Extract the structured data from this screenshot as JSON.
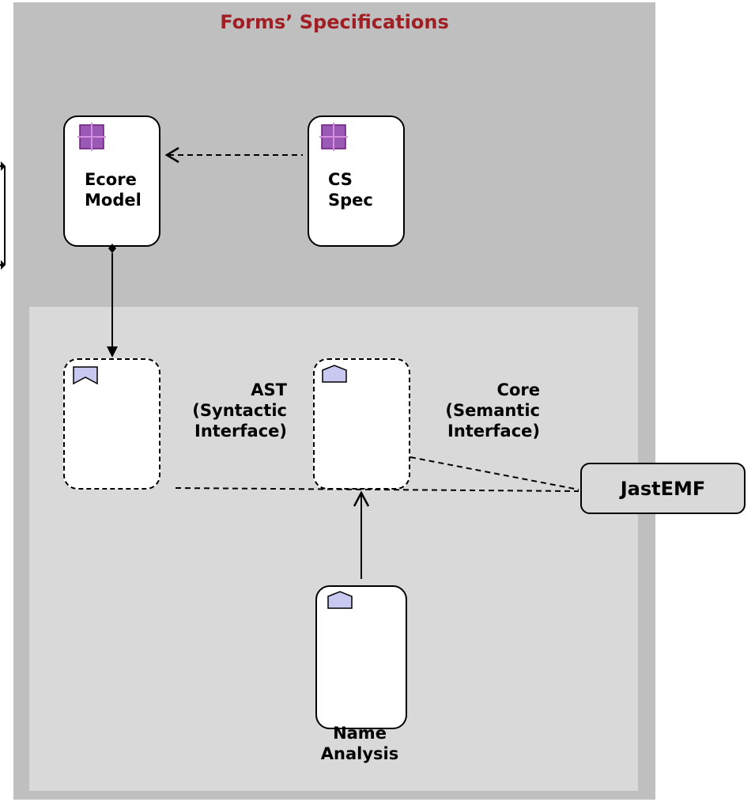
{
  "diagram": {
    "title": "Forms’ Specifications",
    "nodes": {
      "ecore_model": {
        "label_line1": "Ecore",
        "label_line2": "Model"
      },
      "cs_spec": {
        "label_line1": "CS",
        "label_line2": "Spec"
      },
      "ast": {
        "label_line1": "AST",
        "label_line2": "(Syntactic",
        "label_line3": "Interface)"
      },
      "core": {
        "label_line1": "Core",
        "label_line2": "(Semantic",
        "label_line3": "Interface)"
      },
      "name_analysis": {
        "label_line1": "Name",
        "label_line2": "Analysis"
      },
      "jastemf": {
        "label": "JastEMF"
      }
    },
    "icons": {
      "ecore_model": "package-grid-icon",
      "cs_spec": "package-grid-icon",
      "ast": "ribbon-flag-icon",
      "core": "house-tab-icon",
      "name_analysis": "house-tab-icon"
    },
    "colors": {
      "title": "#a11f24",
      "outer_region": "#bfbfbf",
      "inner_region": "#d9d9d9",
      "icon_purple": "#9b59b6",
      "icon_lavender": "#c8c8f0"
    }
  }
}
